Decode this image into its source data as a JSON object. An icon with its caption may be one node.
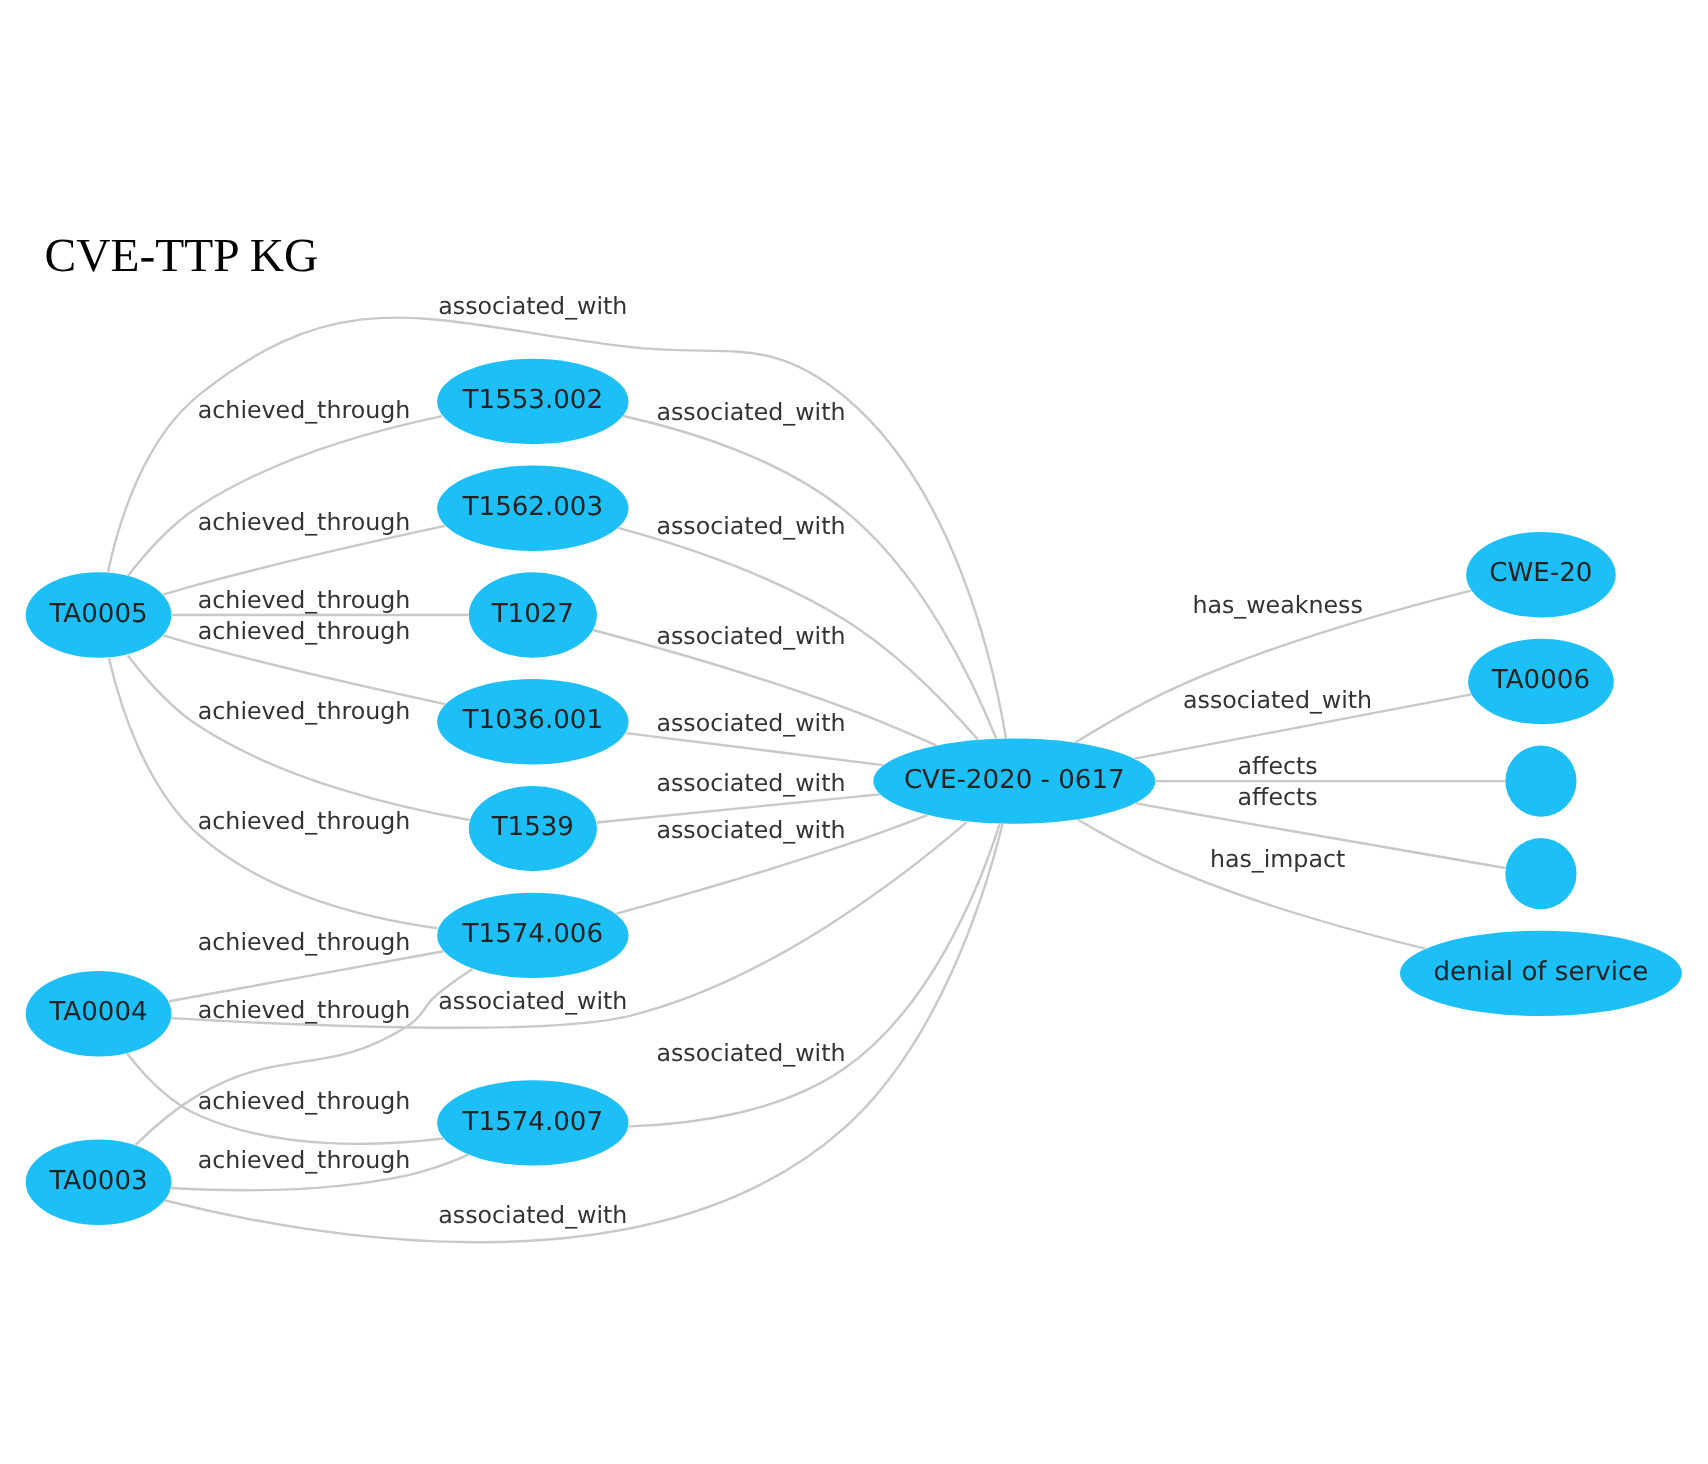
{
  "diagram": {
    "title": "CVE-TTP KG",
    "nodes": [
      {
        "text": [
          "CWE-20"
        ]
      },
      {
        "text": [
          "TA0006"
        ]
      },
      {
        "text": [
          "T1027"
        ]
      },
      {
        "text": [
          "T1036.001"
        ]
      },
      {
        "text": [
          "T1574.006"
        ]
      },
      {
        "text": [
          "TA0004"
        ]
      },
      {
        "text": [
          "TA0005"
        ]
      },
      {
        "text": [
          "T1539"
        ]
      },
      {
        "text": [
          "TA0003"
        ]
      },
      {
        "text": [
          "CVE-2020 - 0617"
        ]
      },
      {
        "text": [
          "T1574.007"
        ]
      },
      {
        "text": [
          "T1553.002"
        ]
      },
      {
        "text": [
          "T1562.003"
        ]
      },
      {
        "text": [],
        "shape": "circle"
      },
      {
        "text": [],
        "shape": "circle"
      },
      {
        "text": [
          "denial of service"
        ]
      }
    ],
    "edges": [
      {
        "from": 9,
        "to": 0,
        "arrow": "none",
        "label": "has_weakness"
      },
      {
        "from": 9,
        "to": 1,
        "arrow": "none",
        "label": "associated_with"
      },
      {
        "from": 9,
        "to": 4,
        "arrow": "none",
        "label": "associated_with"
      },
      {
        "from": 9,
        "to": 2,
        "arrow": "none",
        "label": "associated_with"
      },
      {
        "from": 9,
        "to": 3,
        "arrow": "none",
        "label": "associated_with"
      },
      {
        "from": 9,
        "to": 6,
        "arrow": "none",
        "label": "associated_with"
      },
      {
        "from": 9,
        "to": 7,
        "arrow": "none",
        "label": "associated_with"
      },
      {
        "from": 9,
        "to": 11,
        "arrow": "none",
        "label": "associated_with"
      },
      {
        "from": 9,
        "to": 12,
        "arrow": "none",
        "label": "associated_with"
      },
      {
        "from": 9,
        "to": 15,
        "arrow": "none",
        "label": "has_impact"
      },
      {
        "from": 9,
        "to": 14,
        "arrow": "none",
        "label": "affects"
      },
      {
        "from": 9,
        "to": 13,
        "arrow": "none",
        "label": "affects"
      },
      {
        "from": 9,
        "to": 10,
        "arrow": "none",
        "label": "associated_with"
      },
      {
        "from": 9,
        "to": 8,
        "arrow": "none",
        "label": "associated_with"
      },
      {
        "from": 9,
        "to": 5,
        "arrow": "none",
        "label": "associated_with"
      },
      {
        "from": 6,
        "to": 4,
        "arrow": "none",
        "label": "achieved_through"
      },
      {
        "from": 5,
        "to": 4,
        "arrow": "none",
        "label": "achieved_through"
      },
      {
        "from": 8,
        "to": 4,
        "arrow": "none",
        "label": "achieved_through"
      },
      {
        "from": 5,
        "to": 10,
        "arrow": "none",
        "label": "achieved_through"
      },
      {
        "from": 8,
        "to": 10,
        "arrow": "none",
        "label": "achieved_through"
      },
      {
        "from": 6,
        "to": 2,
        "arrow": "none",
        "label": "achieved_through"
      },
      {
        "from": 6,
        "to": 3,
        "arrow": "none",
        "label": "achieved_through"
      },
      {
        "from": 6,
        "to": 7,
        "arrow": "none",
        "label": "achieved_through"
      },
      {
        "from": 6,
        "to": 11,
        "arrow": "none",
        "label": "achieved_through"
      },
      {
        "from": 6,
        "to": 12,
        "arrow": "none",
        "label": "achieved_through"
      }
    ]
  }
}
